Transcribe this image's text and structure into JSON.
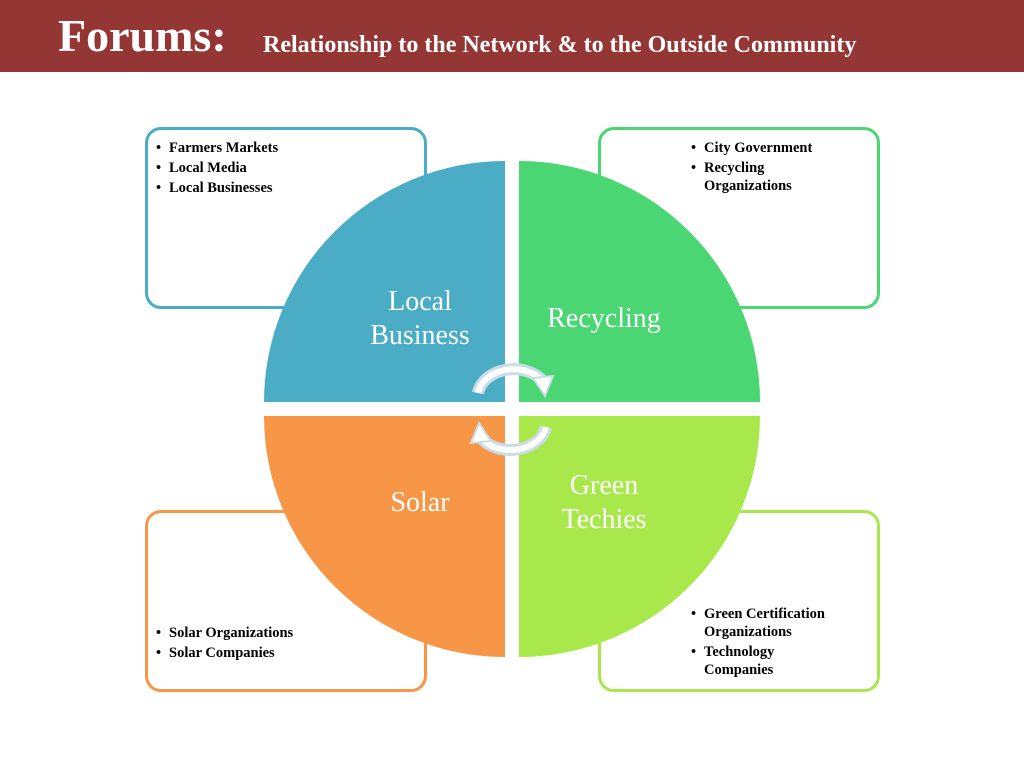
{
  "header": {
    "title": "Forums:",
    "subtitle": "Relationship to the Network & to the Outside Community"
  },
  "colors": {
    "header_bg": "#943634",
    "local_business": "#4BACC6",
    "recycling": "#4AD672",
    "solar": "#F79646",
    "green_techies": "#A9E84B"
  },
  "quadrants": {
    "local_business": {
      "line1": "Local",
      "line2": "Business"
    },
    "recycling": {
      "line1": "Recycling"
    },
    "solar": {
      "line1": "Solar"
    },
    "green_techies": {
      "line1": "Green",
      "line2": "Techies"
    }
  },
  "boxes": {
    "local_business": {
      "items": [
        "Farmers Markets",
        "Local Media",
        "Local Businesses"
      ]
    },
    "recycling": {
      "items": [
        "City Government",
        "Recycling Organizations"
      ]
    },
    "solar": {
      "items": [
        "Solar Organizations",
        "Solar Companies"
      ]
    },
    "green_techies": {
      "items": [
        "Green Certification Organizations",
        "Technology Companies"
      ]
    }
  },
  "center_icon": "circular-arrows-icon"
}
